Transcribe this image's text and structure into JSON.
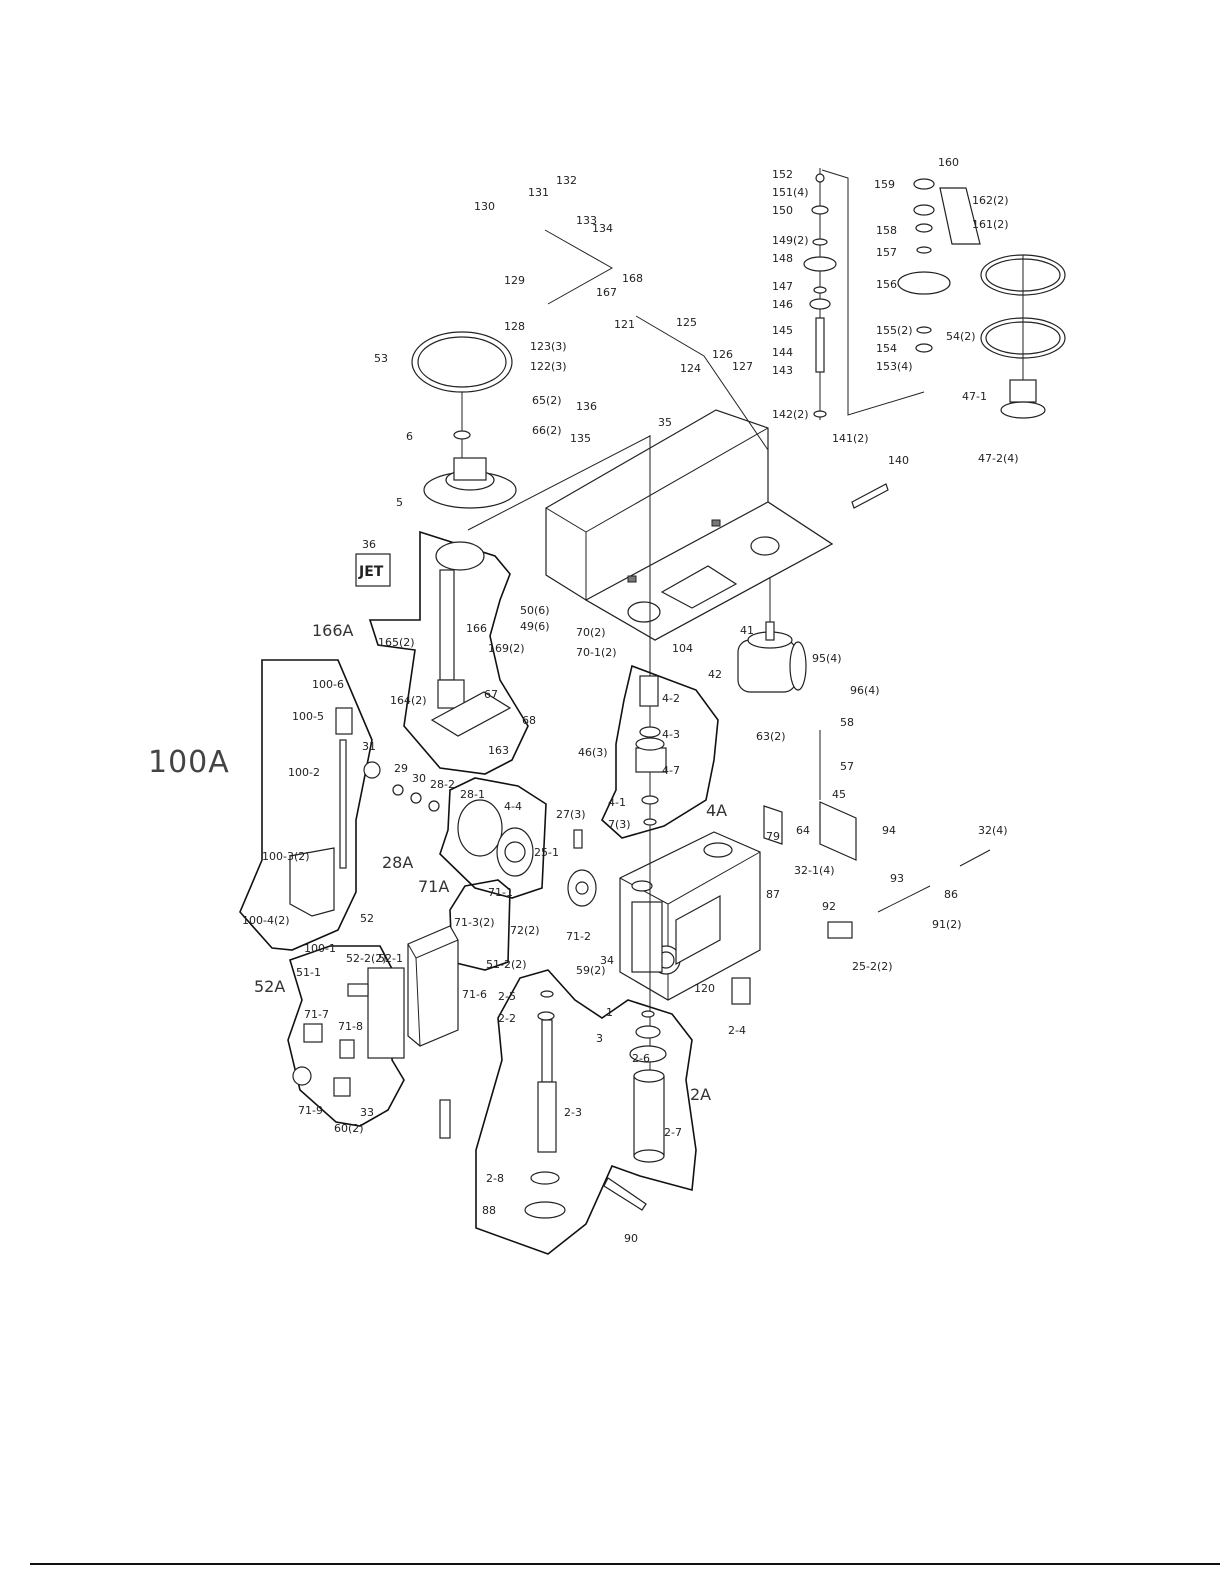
{
  "diagram": {
    "logo": "JET",
    "groups": [
      "100A",
      "166A",
      "28A",
      "71A",
      "52A",
      "4A",
      "2A"
    ],
    "labels": [
      "130",
      "131",
      "132",
      "133",
      "134",
      "129",
      "128",
      "168",
      "167",
      "121",
      "125",
      "123(3)",
      "122(3)",
      "124",
      "126",
      "127",
      "53",
      "65(2)",
      "66(2)",
      "136",
      "135",
      "6",
      "5",
      "35",
      "152",
      "151(4)",
      "150",
      "149(2)",
      "148",
      "147",
      "146",
      "145",
      "144",
      "143",
      "142(2)",
      "159",
      "160",
      "162(2)",
      "161(2)",
      "158",
      "157",
      "156",
      "155(2)",
      "154",
      "153(4)",
      "54(2)",
      "47-1",
      "47-2(4)",
      "141(2)",
      "140",
      "36",
      "166",
      "165(2)",
      "50(6)",
      "49(6)",
      "104",
      "41",
      "42",
      "95(4)",
      "96(4)",
      "169(2)",
      "70(2)",
      "70-1(2)",
      "67",
      "68",
      "164(2)",
      "163",
      "100-6",
      "100-5",
      "100-2",
      "100-3(2)",
      "100-4(2)",
      "100-1",
      "31",
      "29",
      "30",
      "28-2",
      "28-1",
      "4-4",
      "4-2",
      "4-3",
      "4-7",
      "4-1",
      "7(3)",
      "46(3)",
      "63(2)",
      "58",
      "57",
      "45",
      "79",
      "64",
      "94",
      "32(4)",
      "32-1(4)",
      "87",
      "93",
      "86",
      "92",
      "91(2)",
      "25-2(2)",
      "27(3)",
      "25-1",
      "71-2",
      "71-1",
      "71-3(2)",
      "72(2)",
      "51-2(2)",
      "52",
      "52-1",
      "52-2(2)",
      "51-1",
      "71-6",
      "71-7",
      "71-8",
      "71-9",
      "60(2)",
      "33",
      "34",
      "59(2)",
      "1",
      "120",
      "2-4",
      "2-5",
      "2-2",
      "3",
      "2-6",
      "2-3",
      "2-7",
      "2-8",
      "88",
      "90"
    ]
  }
}
